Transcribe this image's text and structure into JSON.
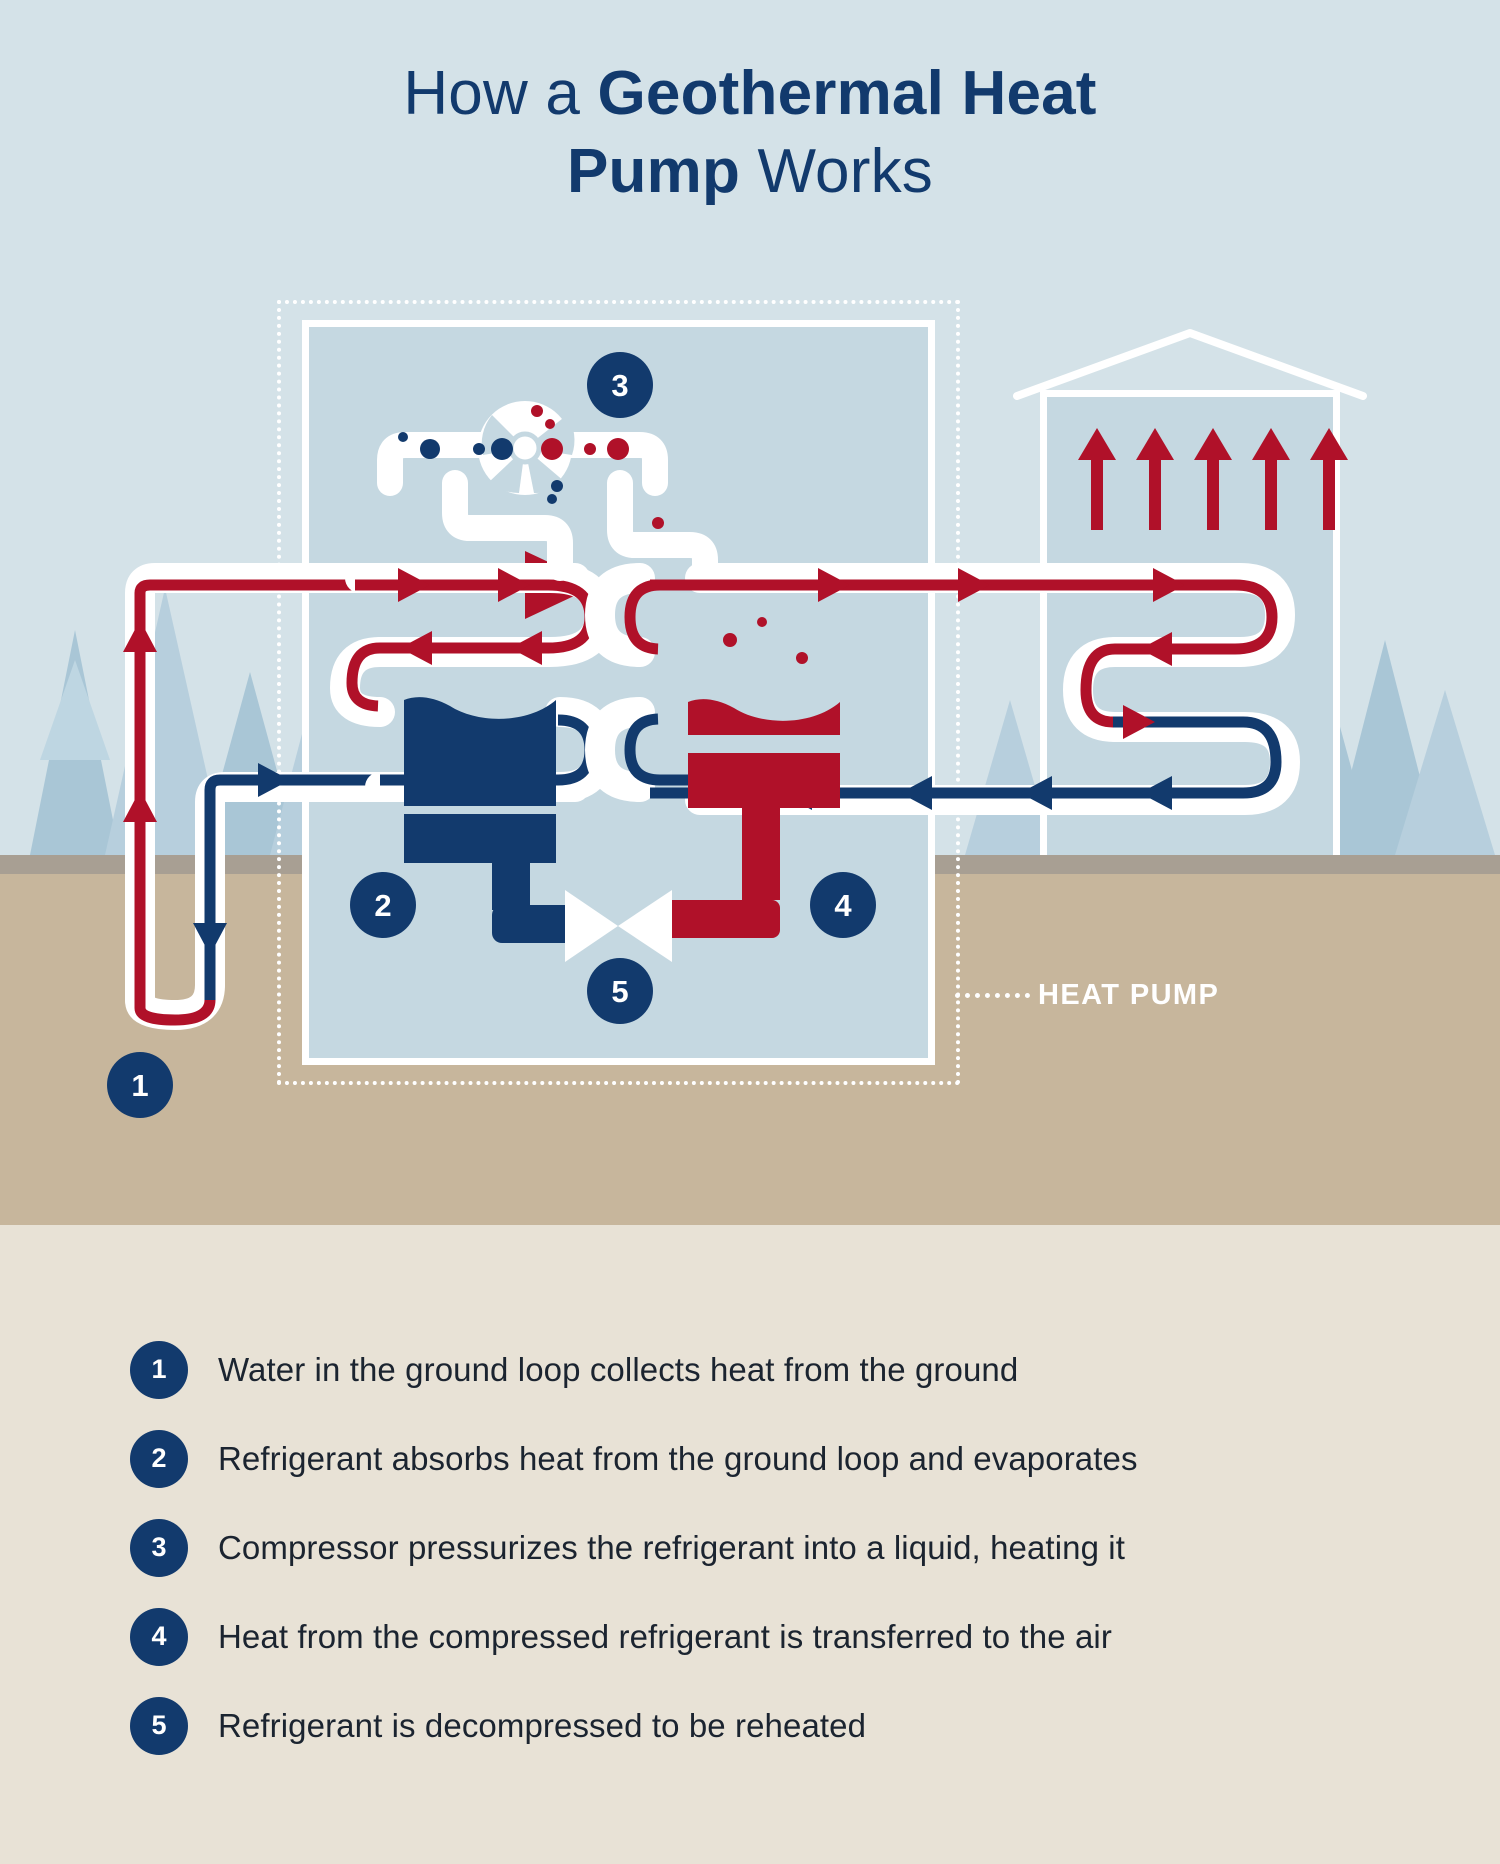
{
  "title": {
    "line1_plain": "How a ",
    "line1_bold": "Geothermal Heat",
    "line2_bold": "Pump",
    "line2_plain": " Works",
    "full": "How a Geothermal Heat Pump Works"
  },
  "colors": {
    "sky": "#d4e2e8",
    "soil": "#c7b69c",
    "topsoil": "#a89f93",
    "legend_bg": "#e8e2d6",
    "navy": "#123a6d",
    "red": "#b01129",
    "white": "#ffffff",
    "panel": "#c5d8e1",
    "tree": "#a9c6d6",
    "tree_light": "#bed6e2"
  },
  "diagram": {
    "heat_pump_label": "HEAT PUMP",
    "badges": [
      {
        "id": "1",
        "label": "1",
        "name": "ground-loop"
      },
      {
        "id": "2",
        "label": "2",
        "name": "evaporator"
      },
      {
        "id": "3",
        "label": "3",
        "name": "compressor"
      },
      {
        "id": "4",
        "label": "4",
        "name": "condenser"
      },
      {
        "id": "5",
        "label": "5",
        "name": "expansion-valve"
      }
    ]
  },
  "legend": {
    "items": [
      {
        "number": "1",
        "text": "Water in the ground loop collects heat from the ground"
      },
      {
        "number": "2",
        "text": "Refrigerant absorbs heat from the ground loop and evaporates"
      },
      {
        "number": "3",
        "text": "Compressor pressurizes the refrigerant into a liquid, heating it"
      },
      {
        "number": "4",
        "text": "Heat from the compressed refrigerant is transferred to the air"
      },
      {
        "number": "5",
        "text": "Refrigerant is decompressed to be reheated"
      }
    ]
  }
}
